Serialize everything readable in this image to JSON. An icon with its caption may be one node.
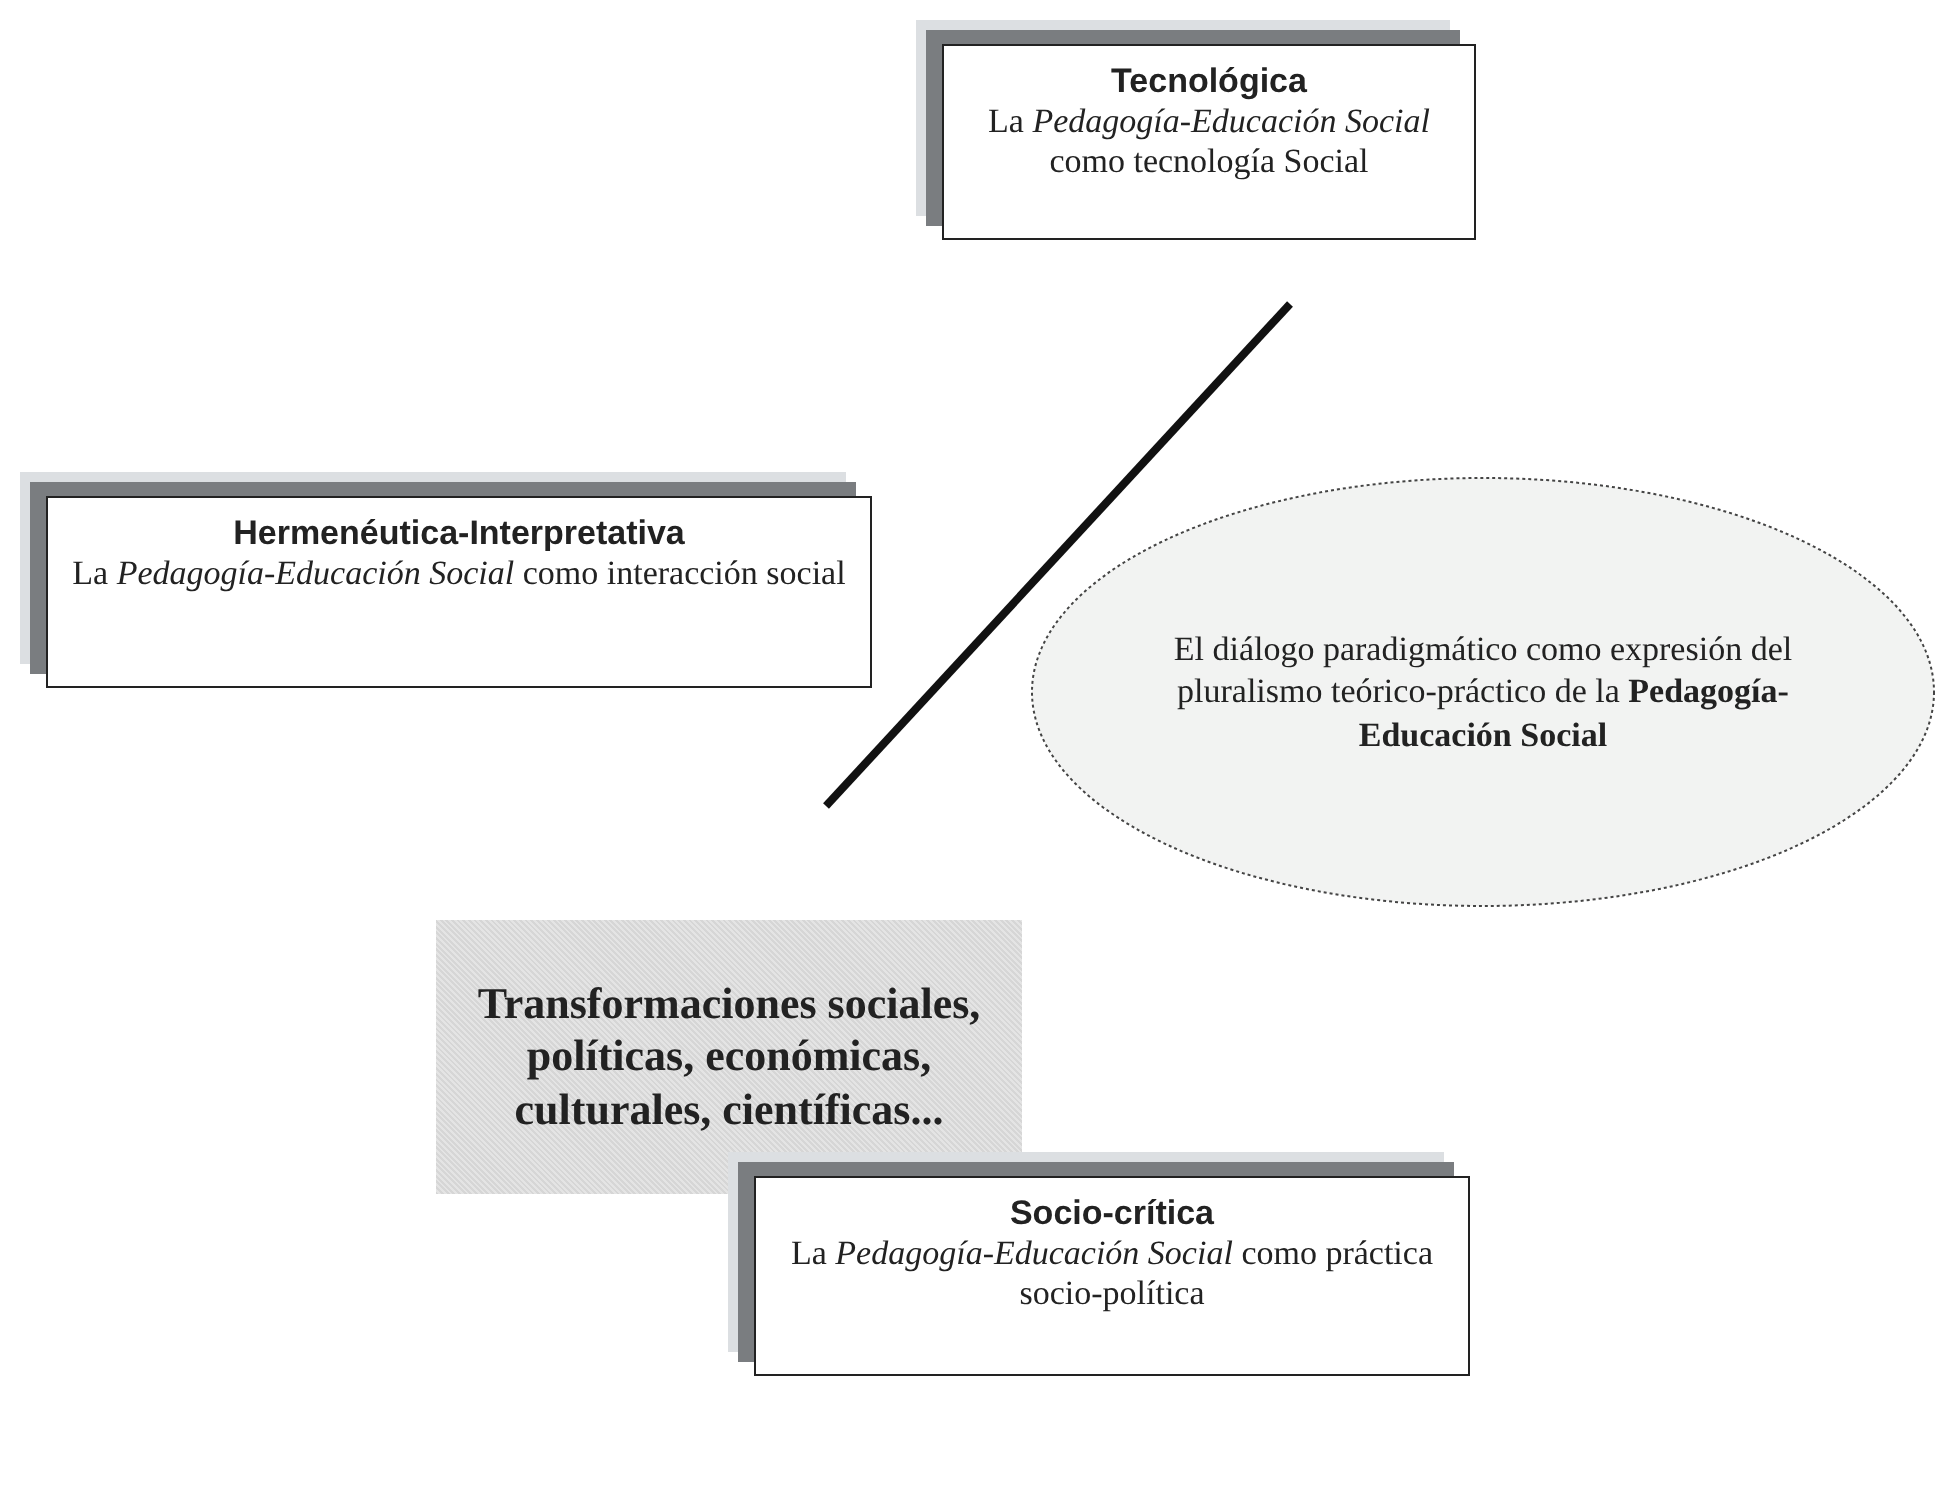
{
  "diagram": {
    "nodes": [
      {
        "text": [
          "Tecnológica",
          "La *Pedagogía-Educación Social* como tecnología Social"
        ]
      },
      {
        "text": [
          "Hermenéutica-Interpretativa",
          "La *Pedagogía-Educación Social* como interacción social"
        ]
      },
      {
        "text": [
          "El diálogo paradigmático como expresión del pluralismo teórico-práctico de la **Pedagogía-Educación Social**"
        ]
      },
      {
        "text": [
          "Transformaciones sociales, políticas, económicas, culturales, científicas..."
        ]
      },
      {
        "text": [
          "Socio-crítica",
          "La *Pedagogía-Educación Social* como práctica socio-política"
        ]
      }
    ]
  }
}
